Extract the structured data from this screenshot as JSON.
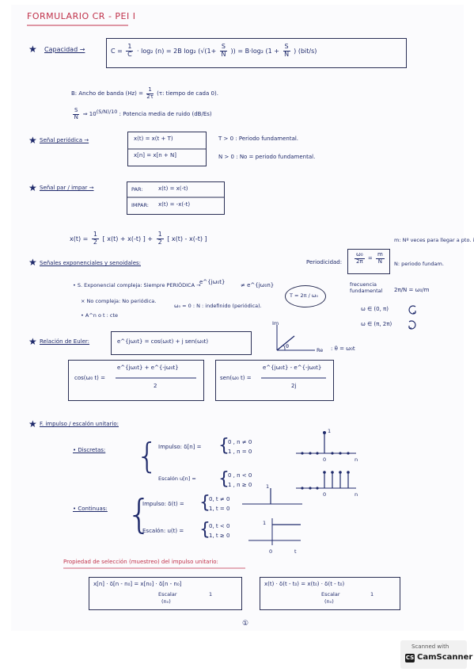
{
  "header": {
    "title": "FORMULARIO CR - PEI I"
  },
  "capacidad": {
    "label": "Capacidad →",
    "formula_lhs": "C = ",
    "f1_num": "1",
    "f1_den": "C",
    "formula_mid": "· log₂ (n) = 2B log₂ (√(1+",
    "sn_num": "S",
    "sn_den": "N",
    "formula_mid2": ")) = B·log₂ (1 +",
    "formula_end": ") (bit/s)",
    "b_note": "B: Ancho de banda (Hz) =",
    "b_num": "1",
    "b_den": "2τ",
    "b_tail": "(τ: tiempo de cada 0).",
    "sn_line_pre": "⇒ 10",
    "sn_line_exp": "(S/N)/10",
    "sn_line_post": ": Potencia media de ruido (dB/Es)"
  },
  "periodica": {
    "label": "Señal periódica →",
    "eq1": "x(t) = x(t + T)",
    "eq2": "x[n] = x[n + N]",
    "note1": "T > 0 : Periodo fundamental.",
    "note2": "N > 0 : No = periodo fundamental."
  },
  "par_impar": {
    "label": "Señal par / impar →",
    "par_label": "PAR:",
    "par_eq": "x(t) = x(-t)",
    "impar_label": "IMPAR:",
    "impar_eq": "x(t) = -x(-t)",
    "decomp_pre": "x(t) =",
    "decomp_h1": "1",
    "decomp_d1": "2",
    "decomp_mid": "[ x(t) + x(-t) ] +",
    "decomp_end": "[ x(t) - x(-t) ]"
  },
  "exponenciales": {
    "label": "Señales exponenciales y senoidales:",
    "periodicidad_label": "Periodicidad:",
    "per_num": "ω₀",
    "per_den": "2π",
    "per_eq": "=",
    "per_rnum": "m",
    "per_rden": "N",
    "note_m": "m: Nº veces para llegar a pto. inicial",
    "note_n": "N: periodo fundam.",
    "bullet1": "• S. Exponencial compleja: Siempre PERIÓDICA →",
    "expo_a": "e^{jω₀t}",
    "expo_b": "≠ e^{jω₀n}",
    "t_box": "T = 2π / ω₀",
    "bullet2": "× No compleja: No periódica.",
    "bullet3": "• A^n o t : cte",
    "w0_note": "ω₀ = 0 : N : indefinido (periódica).",
    "freq_label": "frecuencia fundamental",
    "freq_eq": "2π/N = ω₀/m",
    "range1": "ω ∈ (0, π)",
    "range2": "ω ∈ (π, 2π)"
  },
  "euler": {
    "label": "Relación de Euler:",
    "eq": "e^{jω₀t} = cos(ω₀t) + j sen(ω₀t)",
    "im": "Im",
    "re": "Re",
    "theta_eq": ": θ = ω₀t",
    "theta": "θ",
    "cos_lhs": "cos(ω₀ t) =",
    "cos_num": "e^{jω₀t} + e^{-jω₀t}",
    "cos_den": "2",
    "sen_lhs": "sen(ω₀ t) =",
    "sen_num": "e^{jω₀t} - e^{-jω₀t}",
    "sen_den": "2j"
  },
  "impulso": {
    "label": "F. impulso / escalón unitario:",
    "discretas": "• Discretas:",
    "imp_d": "Impulso: δ[n] =",
    "imp_d_c1": "0 , n ≠ 0",
    "imp_d_c2": "1 , n = 0",
    "esc_d": "Escalón  u[n] =",
    "esc_d_c1": "0 , n < 0",
    "esc_d_c2": "1 , n ≥ 0",
    "continuas": "• Continuas:",
    "imp_c": "Impulso: δ(t) =",
    "imp_c_c1": "0, t ≠ 0",
    "imp_c_c2": "1, t = 0",
    "esc_c": "Escalón: u(t) =",
    "esc_c_c1": "0, t < 0",
    "esc_c_c2": "1, t ≥ 0",
    "axis_n": "n",
    "axis_t": "t",
    "zero": "0",
    "one": "1"
  },
  "propiedad": {
    "label": "Propiedad de selección (muestreo) del impulso unitario:",
    "box1": "x[n] · δ[n - n₀] = x[n₀] · δ[n - n₀]",
    "box1_sub": "Escalar",
    "box1_sub2": "(n₀)",
    "box1_one": "1",
    "box2": "x(t) · δ(t - t₀) = x(t₀) · δ(t - t₀)",
    "box2_sub": "Escalar",
    "box2_sub2": "(n₀)",
    "box2_one": "1"
  },
  "footer": {
    "page_number": "①"
  },
  "scanner": {
    "small": "Scanned with",
    "logo": "CS",
    "name": "CamScanner"
  }
}
